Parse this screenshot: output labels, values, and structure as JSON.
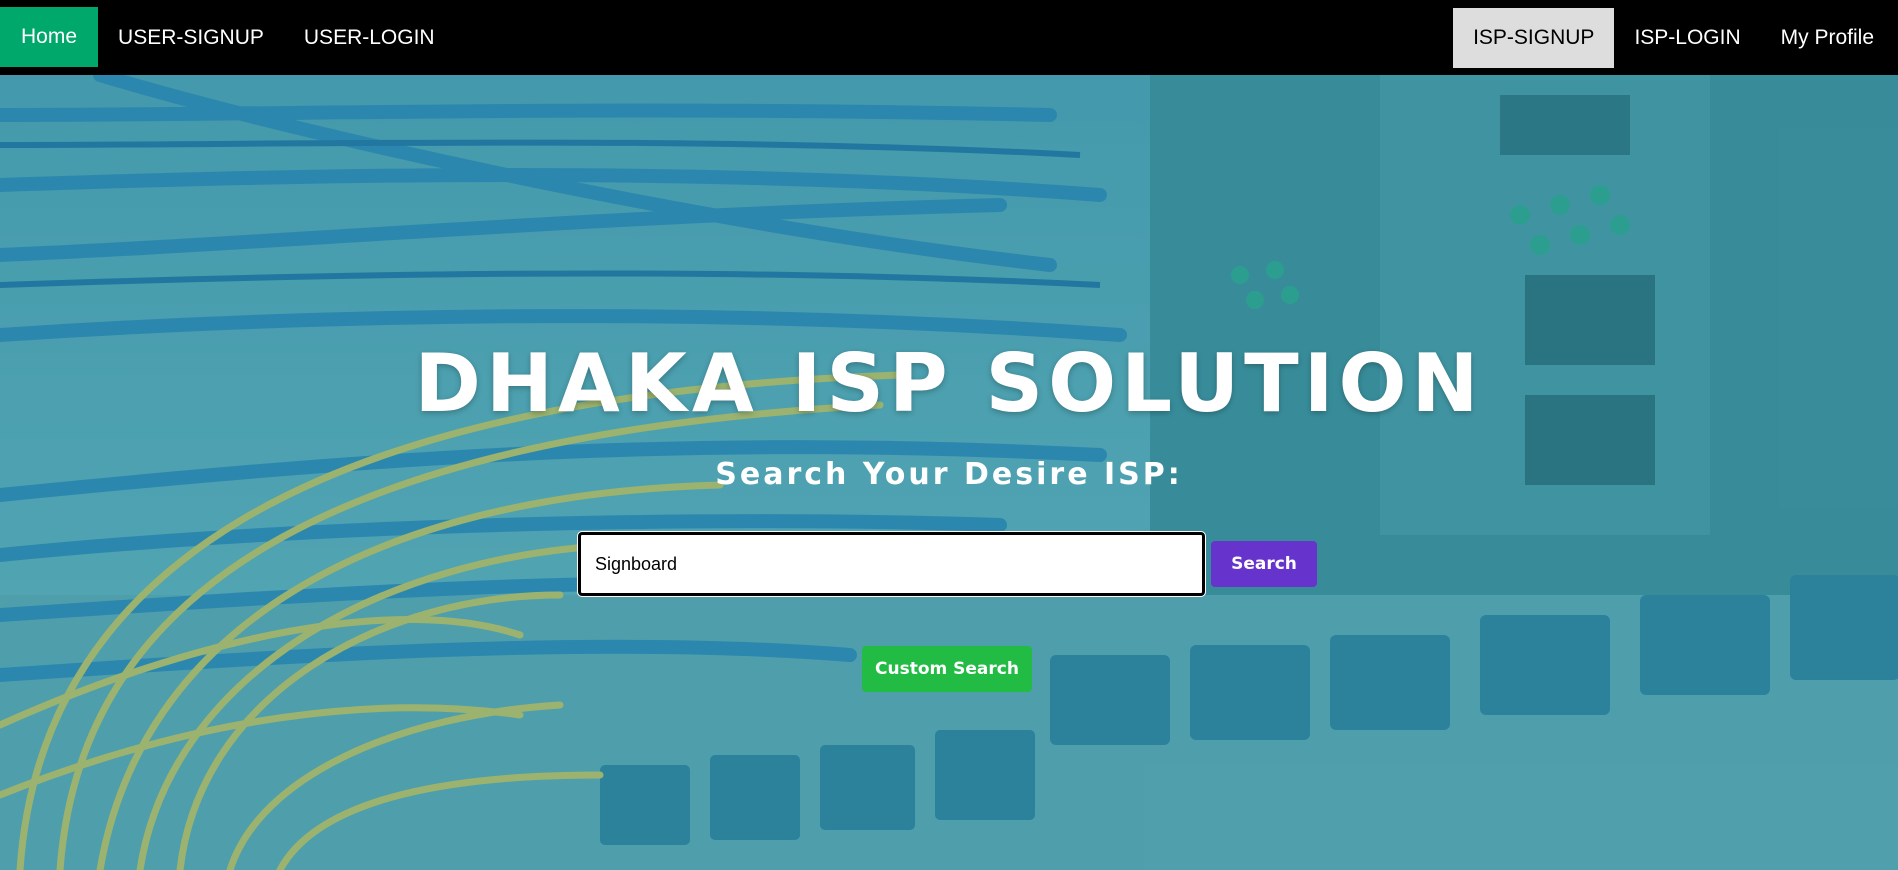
{
  "nav": {
    "home": "Home",
    "user_signup": "USER-SIGNUP",
    "user_login": "USER-LOGIN",
    "isp_signup": "ISP-SIGNUP",
    "isp_login": "ISP-LOGIN",
    "my_profile": "My Profile"
  },
  "hero": {
    "title": "DHAKA ISP SOLUTION",
    "subtitle": "Search Your Desire ISP:",
    "search_value": "Signboard",
    "search_button": "Search",
    "custom_search_button": "Custom Search"
  },
  "colors": {
    "nav_background": "#000000",
    "home_active": "#00a86b",
    "highlight_tab": "#dddddd",
    "search_button": "#6633cc",
    "custom_search_button": "#22bb44",
    "hero_tint": "#4f9fb0"
  },
  "background_image": "network-switch-cables-photo"
}
